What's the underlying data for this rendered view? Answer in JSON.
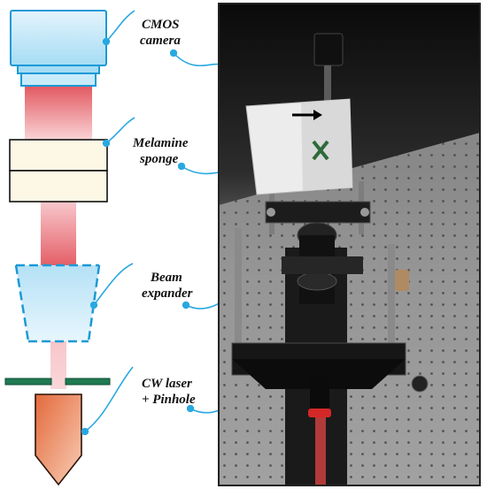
{
  "labels": {
    "camera_line1": "CMOS",
    "camera_line2": "camera",
    "sponge_line1": "Melamine",
    "sponge_line2": "sponge",
    "expander_line1": "Beam",
    "expander_line2": "expander",
    "laser_line1": "CW laser",
    "laser_line2": "+ Pinhole"
  },
  "colors": {
    "callout_line": "#29a8e0",
    "camera_fill": "#bfe6f8",
    "camera_stroke": "#1b9ad6",
    "beam_red": "#e7636c",
    "sponge_fill": "#fdf8e6",
    "expander_fill": "#cdeaf8",
    "pinhole_plate": "#1f7a52",
    "laser_body": "#e9845d",
    "photo_frame": "#222222"
  },
  "icons": {
    "photo_direction_arrow": "right-arrow-icon",
    "photo_target_mark": "x-mark-icon"
  }
}
